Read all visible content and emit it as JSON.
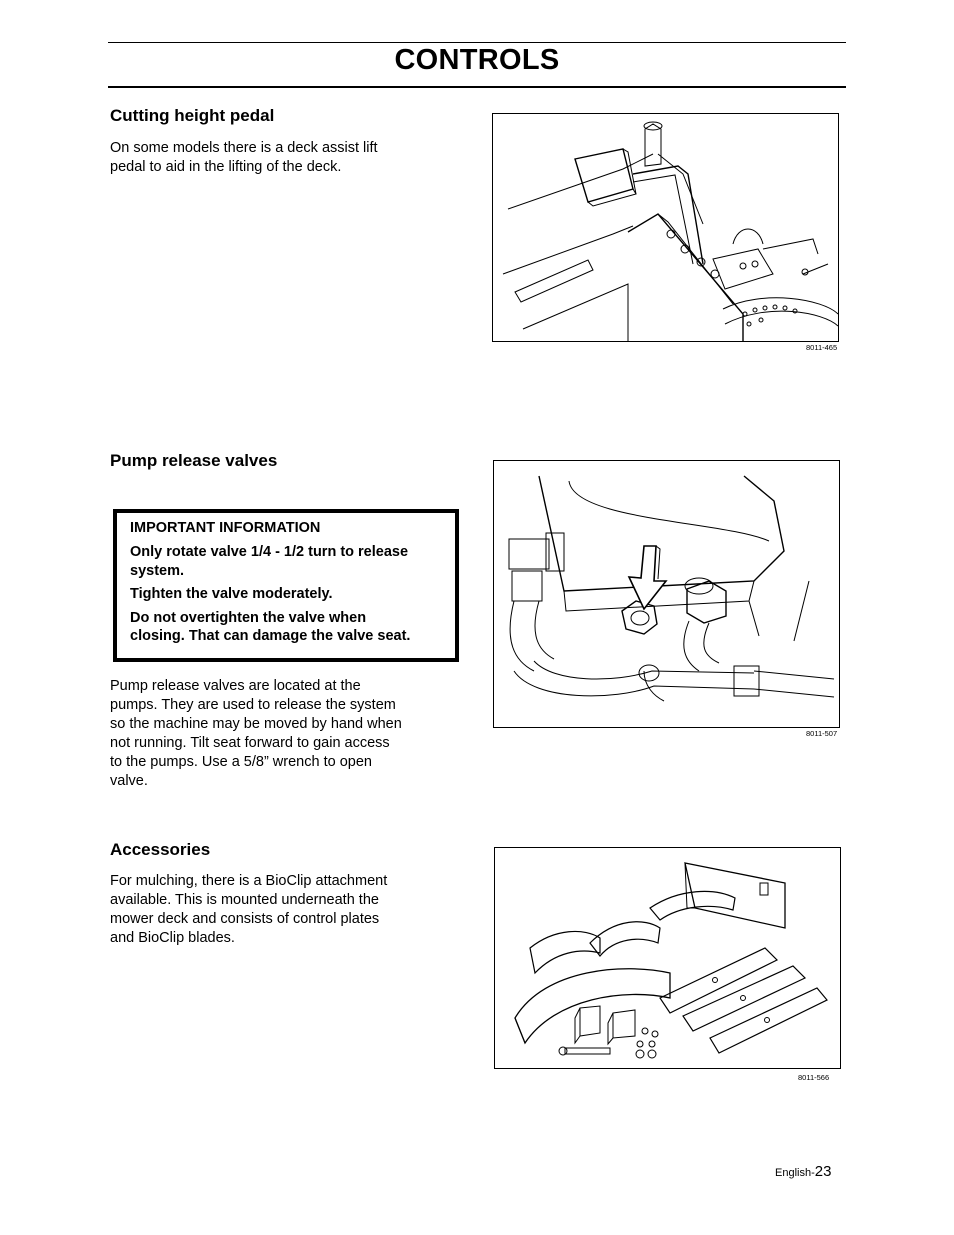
{
  "header": {
    "title": "CONTROLS"
  },
  "sections": {
    "cutting": {
      "heading": "Cutting height pedal",
      "lines": [
        "On some models there is a deck assist lift",
        "pedal to aid in the lifting of the deck."
      ],
      "figure_code": "8011-465"
    },
    "pump": {
      "heading": "Pump release valves",
      "info": {
        "title": "IMPORTANT INFORMATION",
        "lines": [
          "Only rotate valve 1/4 - 1/2 turn to release",
          "system.",
          "Tighten the valve moderately.",
          "Do not overtighten the valve when",
          "closing. That can damage the valve seat."
        ]
      },
      "lines": [
        "Pump release valves are located at the",
        "pumps. They are used to release the system",
        "so the machine may be moved by hand when",
        "not running. Tilt seat forward to gain access",
        "to the pumps. Use a 5/8” wrench to open",
        "valve."
      ],
      "figure_code": "8011-507"
    },
    "accessories": {
      "heading": "Accessories",
      "lines": [
        "For mulching, there is a BioClip attachment",
        "available. This is mounted underneath the",
        "mower deck and consists of control plates",
        "and BioClip blades."
      ],
      "figure_code": "8011-566"
    }
  },
  "footer": {
    "language": "English-",
    "page": "23"
  }
}
